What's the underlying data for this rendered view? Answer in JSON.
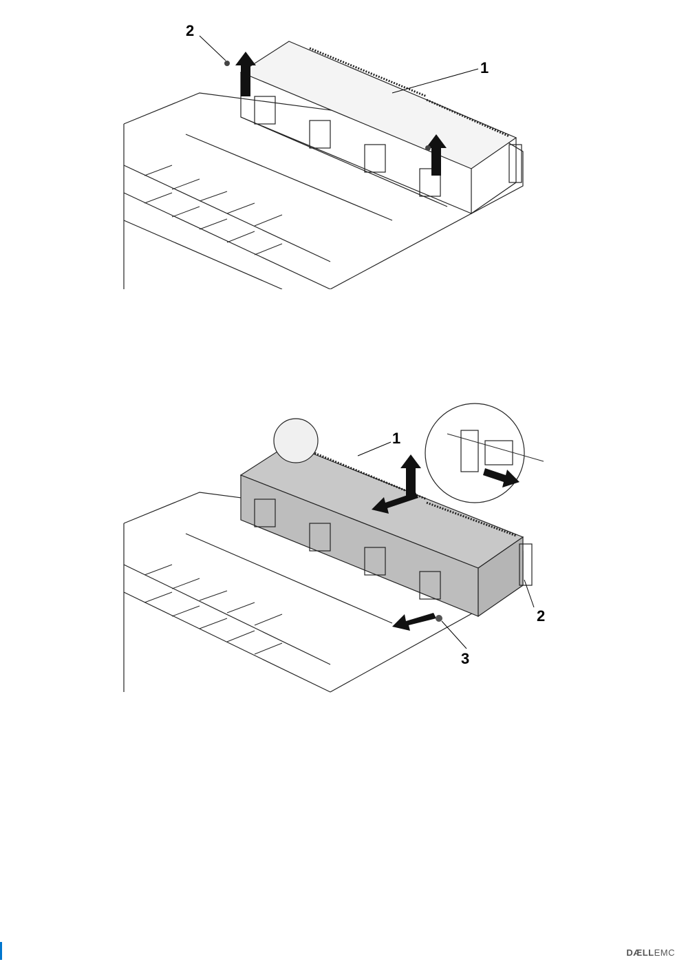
{
  "figure1": {
    "callouts": [
      "1",
      "2"
    ]
  },
  "figure2": {
    "callouts": [
      "1",
      "2",
      "3"
    ]
  },
  "footer": {
    "brand_bold": "DÆLL",
    "brand_light": "EMC"
  }
}
